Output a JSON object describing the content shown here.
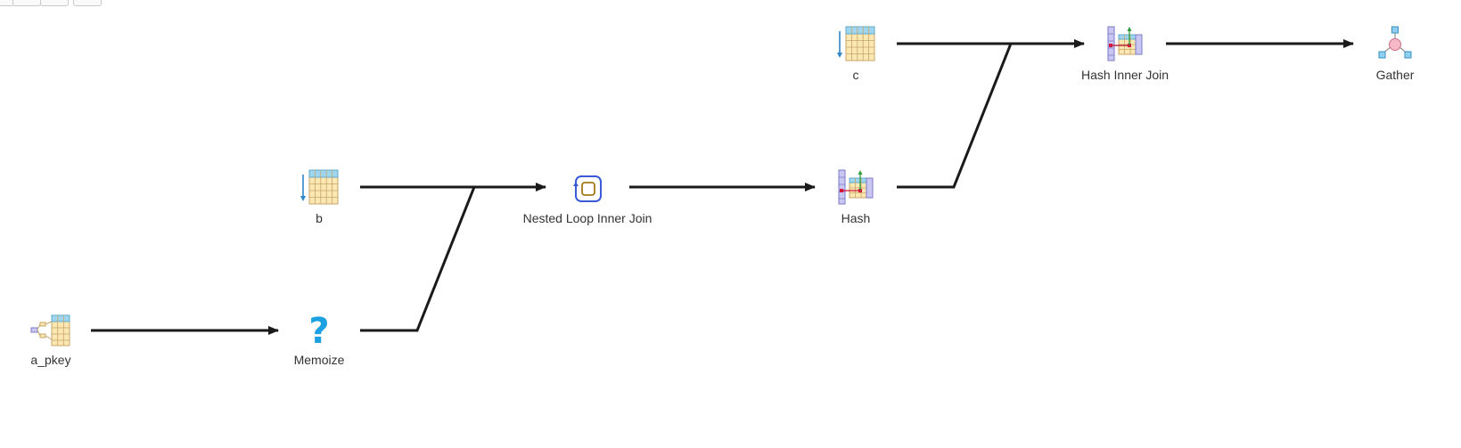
{
  "toolbar": {
    "buttons": [
      "",
      "",
      "",
      ""
    ]
  },
  "nodes": {
    "a_pkey": {
      "label": "a_pkey",
      "icon": "index-scan-icon"
    },
    "memoize": {
      "label": "Memoize",
      "icon": "unknown-question-icon"
    },
    "b": {
      "label": "b",
      "icon": "seq-scan-icon"
    },
    "nested_loop": {
      "label": "Nested Loop Inner Join",
      "icon": "nested-loop-icon"
    },
    "hash": {
      "label": "Hash",
      "icon": "hash-icon"
    },
    "c": {
      "label": "c",
      "icon": "seq-scan-icon"
    },
    "hash_join": {
      "label": "Hash Inner Join",
      "icon": "hash-join-icon"
    },
    "gather": {
      "label": "Gather",
      "icon": "gather-icon"
    }
  },
  "edges": [
    {
      "from": "a_pkey",
      "to": "memoize"
    },
    {
      "from": "memoize",
      "to": "nested_loop"
    },
    {
      "from": "b",
      "to": "nested_loop"
    },
    {
      "from": "nested_loop",
      "to": "hash"
    },
    {
      "from": "hash",
      "to": "hash_join"
    },
    {
      "from": "c",
      "to": "hash_join"
    },
    {
      "from": "hash_join",
      "to": "gather"
    }
  ],
  "colors": {
    "edge": "#1a1a1a",
    "label": "#333333",
    "table_fill": "#fbe7b2",
    "table_header": "#9fd6ee",
    "table_border": "#c7a56a",
    "scan_arrow": "#2f86c9",
    "question": "#1ba0e1",
    "hash_col": "#c9c7f2",
    "hash_key": "#d4143b",
    "hash_arrow": "#2e9a3a",
    "loop": "#3b5bd6",
    "gather_circle": "#f7b8c6",
    "gather_square": "#8fd0f0"
  }
}
